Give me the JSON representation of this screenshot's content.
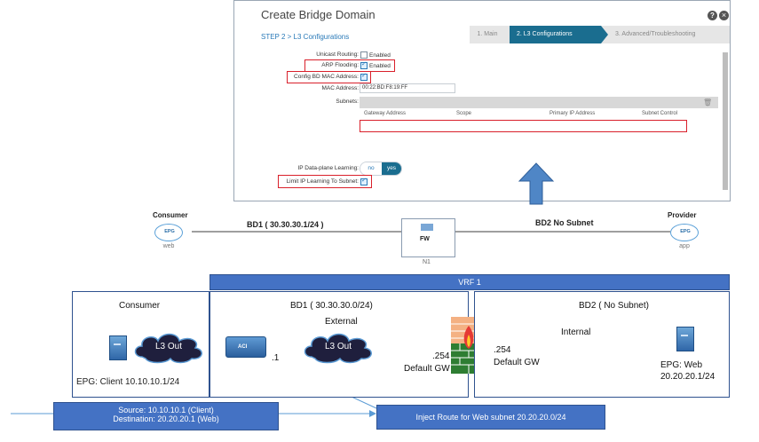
{
  "dialog": {
    "title": "Create Bridge Domain",
    "help_icon": "?",
    "close_icon": "×",
    "step_label": "STEP 2 > L3 Configurations",
    "steps": [
      "1. Main",
      "2. L3 Configurations",
      "3. Advanced/Troubleshooting"
    ],
    "active_step": 1,
    "unicast_routing_label": "Unicast Routing:",
    "unicast_routing_value": "Enabled",
    "unicast_routing_checked": false,
    "arp_flooding_label": "ARP Flooding:",
    "arp_flooding_value": "Enabled",
    "arp_flooding_checked": true,
    "config_bd_mac_label": "Config BD MAC Address:",
    "config_bd_mac_checked": true,
    "mac_label": "MAC Address:",
    "mac_value": "00:22:BD:F8:19:FF",
    "subnets_label": "Subnets:",
    "subnet_columns": [
      "Gateway Address",
      "Scope",
      "Primary IP Address",
      "Subnet Control"
    ],
    "ip_learning_label": "IP Data-plane Learning:",
    "ip_learning_options": [
      "no",
      "yes"
    ],
    "ip_learning_selected": "yes",
    "limit_ip_label": "Limit IP Learning To Subnet:",
    "limit_ip_checked": true,
    "highlight_color": "#d9202b",
    "accent_color": "#1a6d8f"
  },
  "topology": {
    "consumer_label": "Consumer",
    "consumer_epg": "EPG",
    "consumer_sub": "web",
    "bd1_label": "BD1  ( 30.30.30.1/24 )",
    "fw_label": "FW",
    "node_label": "N1",
    "bd2_label": "BD2 No Subnet",
    "provider_label": "Provider",
    "provider_epg": "EPG",
    "provider_sub": "app"
  },
  "diagram": {
    "vrf_label": "VRF 1",
    "consumer_title": "Consumer",
    "client_label": "EPG: Client 10.10.10.1/24",
    "l3out_left": "L3 Out",
    "bd1_title": "BD1 ( 30.30.30.0/24)",
    "external_label": "External",
    "l3out_mid": "L3 Out",
    "router_label": "ACI",
    "dot1_label": ".1",
    "dot254_left": ".254",
    "default_gw_left": "Default GW",
    "bd2_title": "BD2 ( No Subnet)",
    "internal_label": "Internal",
    "dot254_right": ".254",
    "default_gw_right": "Default GW",
    "web_epg_line1": "EPG: Web",
    "web_epg_line2": "20.20.20.1/24",
    "source_line": "Source: 10.10.10.1 (Client)",
    "destination_line": "Destination: 20.20.20.1 (Web)",
    "inject_route": "Inject Route for Web subnet 20.20.20.0/24",
    "box_color": "#4472c4",
    "line_color": "#5b9bd5"
  }
}
